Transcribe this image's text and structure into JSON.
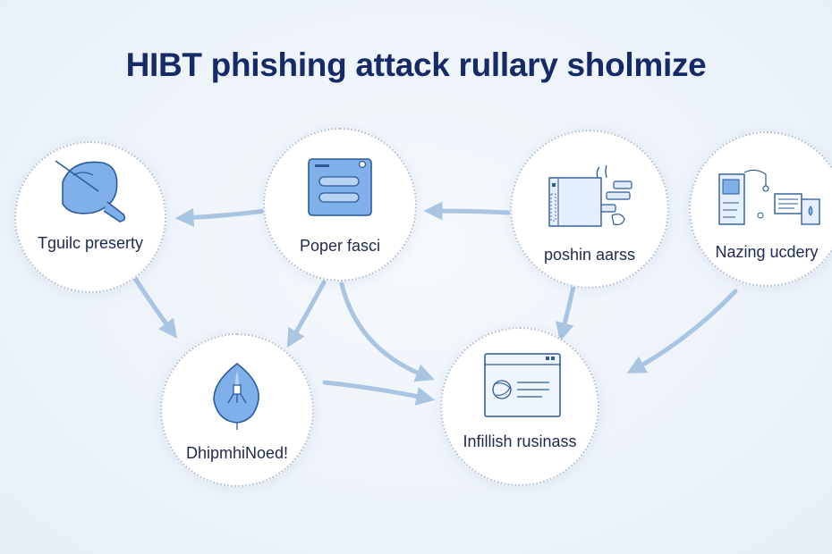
{
  "diagram": {
    "title": "HIBT phishing attack rullary sholmize",
    "colors": {
      "background": "#eef4fb",
      "title": "#152a66",
      "label": "#1c2a50",
      "arrow": "#a9c5e2",
      "icon_fill": "#7fb0ea",
      "icon_stroke": "#2c5a98"
    },
    "nodes": [
      {
        "id": "n1",
        "label": "Tguilc preserty",
        "icon": "shield-pen-icon"
      },
      {
        "id": "n2",
        "label": "Poper fasci",
        "icon": "form-panel-icon"
      },
      {
        "id": "n3",
        "label": "poshin aarss",
        "icon": "document-messages-icon"
      },
      {
        "id": "n4",
        "label": "Nazing ucdery",
        "icon": "dashboard-charts-icon"
      },
      {
        "id": "n5",
        "label": "DhipmhiNoed!",
        "icon": "leaf-alert-icon"
      },
      {
        "id": "n6",
        "label": "Infillish rusinass",
        "icon": "browser-window-icon"
      }
    ],
    "edges": [
      {
        "from": "n2",
        "to": "n1"
      },
      {
        "from": "n3",
        "to": "n2"
      },
      {
        "from": "n1",
        "to": "n5"
      },
      {
        "from": "n2",
        "to": "n5"
      },
      {
        "from": "n2",
        "to": "n6"
      },
      {
        "from": "n5",
        "to": "n6"
      },
      {
        "from": "n3",
        "to": "n6"
      },
      {
        "from": "n4",
        "to": "n6"
      }
    ]
  }
}
